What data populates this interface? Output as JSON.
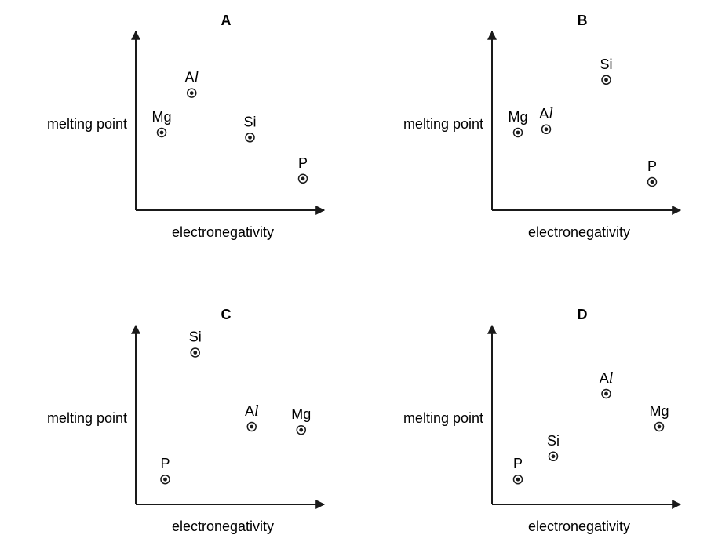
{
  "chart_data": [
    {
      "title": "A",
      "type": "scatter",
      "xlabel": "electronegativity",
      "ylabel": "melting point",
      "grid": false,
      "axis_ticks": false,
      "points": [
        {
          "label": "Mg",
          "x": 0.08,
          "y": 0.4
        },
        {
          "label": "Al",
          "label_base": "A",
          "label_italic": "l",
          "x": 0.25,
          "y": 0.64
        },
        {
          "label": "Si",
          "x": 0.58,
          "y": 0.37
        },
        {
          "label": "P",
          "x": 0.88,
          "y": 0.12
        }
      ]
    },
    {
      "title": "B",
      "type": "scatter",
      "xlabel": "electronegativity",
      "ylabel": "melting point",
      "grid": false,
      "axis_ticks": false,
      "points": [
        {
          "label": "Mg",
          "x": 0.08,
          "y": 0.4
        },
        {
          "label": "Al",
          "label_base": "A",
          "label_italic": "l",
          "x": 0.24,
          "y": 0.42
        },
        {
          "label": "Si",
          "x": 0.58,
          "y": 0.72
        },
        {
          "label": "P",
          "x": 0.84,
          "y": 0.1
        }
      ]
    },
    {
      "title": "C",
      "type": "scatter",
      "xlabel": "electronegativity",
      "ylabel": "melting point",
      "grid": false,
      "axis_ticks": false,
      "points": [
        {
          "label": "Si",
          "x": 0.27,
          "y": 0.85
        },
        {
          "label": "Al",
          "label_base": "A",
          "label_italic": "l",
          "x": 0.59,
          "y": 0.4
        },
        {
          "label": "Mg",
          "x": 0.87,
          "y": 0.38
        },
        {
          "label": "P",
          "x": 0.1,
          "y": 0.08
        }
      ]
    },
    {
      "title": "D",
      "type": "scatter",
      "xlabel": "electronegativity",
      "ylabel": "melting point",
      "grid": false,
      "axis_ticks": false,
      "points": [
        {
          "label": "P",
          "x": 0.08,
          "y": 0.08
        },
        {
          "label": "Si",
          "x": 0.28,
          "y": 0.22
        },
        {
          "label": "Al",
          "label_base": "A",
          "label_italic": "l",
          "x": 0.58,
          "y": 0.6
        },
        {
          "label": "Mg",
          "x": 0.88,
          "y": 0.4
        }
      ]
    }
  ]
}
